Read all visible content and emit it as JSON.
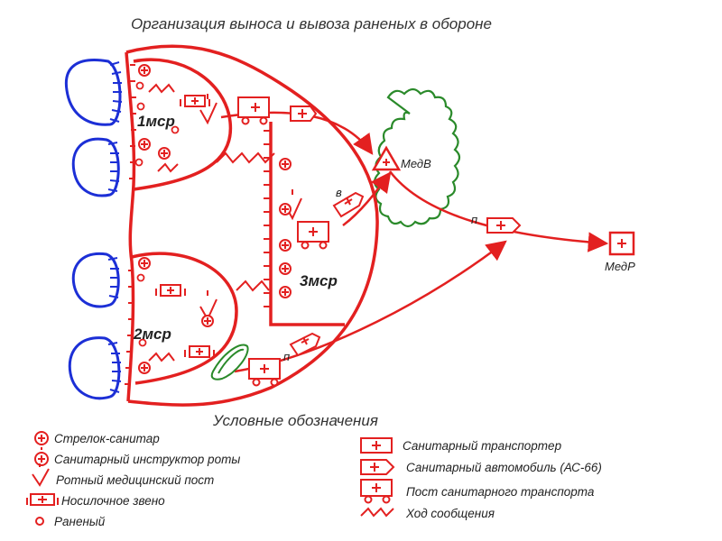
{
  "title": "Организация выноса и вывоза раненых в обороне",
  "colors": {
    "route": "#e32020",
    "enemy": "#1c2fd6",
    "forest": "#2a8a2a",
    "text": "#222222"
  },
  "units": {
    "company1": "1мср",
    "company2": "2мср",
    "company3": "3мср"
  },
  "markers": {
    "medv": "МедВ",
    "medr": "МедР",
    "b": "в",
    "p1": "п",
    "p2": "п"
  },
  "legend": {
    "title": "Условные обозначения",
    "items": [
      {
        "icon": "rifleman-orderly-icon",
        "label": "Стрелок-санитар"
      },
      {
        "icon": "company-instructor-icon",
        "label": "Санитарный инструктор роты"
      },
      {
        "icon": "company-med-post-icon",
        "label": "Ротный медицинский пост"
      },
      {
        "icon": "stretcher-team-icon",
        "label": "Носилочное звено"
      },
      {
        "icon": "wounded-icon",
        "label": "Раненый"
      },
      {
        "icon": "sanitary-carrier-icon",
        "label": "Санитарный транспортер"
      },
      {
        "icon": "ambulance-icon",
        "label": "Санитарный автомобиль (АС-66)"
      },
      {
        "icon": "transport-post-icon",
        "label": "Пост санитарного транспорта"
      },
      {
        "icon": "trench-icon",
        "label": "Ход сообщения"
      }
    ]
  }
}
